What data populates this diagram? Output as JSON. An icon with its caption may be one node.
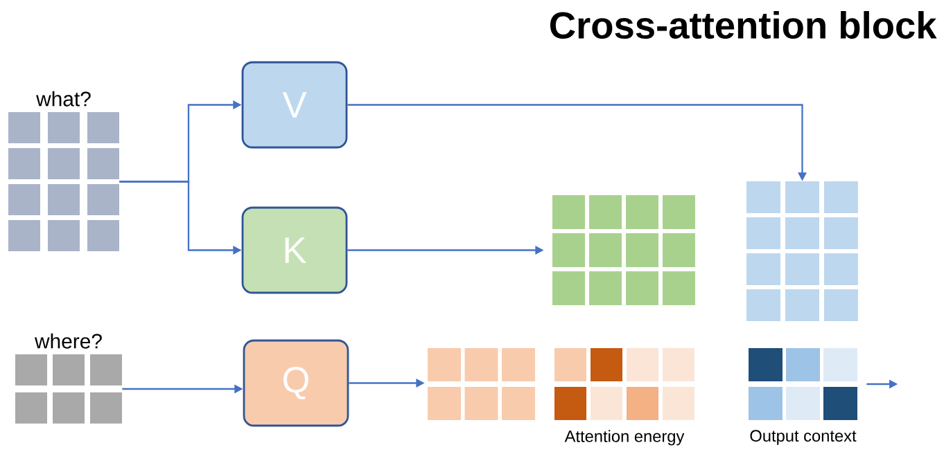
{
  "diagram": {
    "title": "Cross-attention block",
    "nodes": [
      {
        "text": [
          "what?"
        ]
      },
      {
        "text": [
          "V"
        ]
      },
      {
        "text": [
          "K"
        ]
      },
      {
        "text": [
          "where?"
        ]
      },
      {
        "text": [
          "Q"
        ]
      },
      {
        "text": [],
        "shape": "grid"
      },
      {
        "text": [],
        "shape": "grid"
      },
      {
        "text": [],
        "shape": "grid"
      },
      {
        "text": [],
        "shape": "grid",
        "beside": [
          "Attention energy"
        ]
      },
      {
        "text": [],
        "shape": "grid",
        "beside": [
          "Output context"
        ]
      }
    ],
    "edges": [
      {
        "from": 0,
        "to": 1,
        "arrow": "to"
      },
      {
        "from": 0,
        "to": 2,
        "arrow": "to"
      },
      {
        "from": 1,
        "to": 6,
        "arrow": "to"
      },
      {
        "from": 2,
        "to": 5,
        "arrow": "to"
      },
      {
        "from": 3,
        "to": 4,
        "arrow": "to"
      },
      {
        "from": 4,
        "to": 7,
        "arrow": "to"
      },
      {
        "from": 9,
        "to": null,
        "arrow": "to"
      }
    ]
  }
}
